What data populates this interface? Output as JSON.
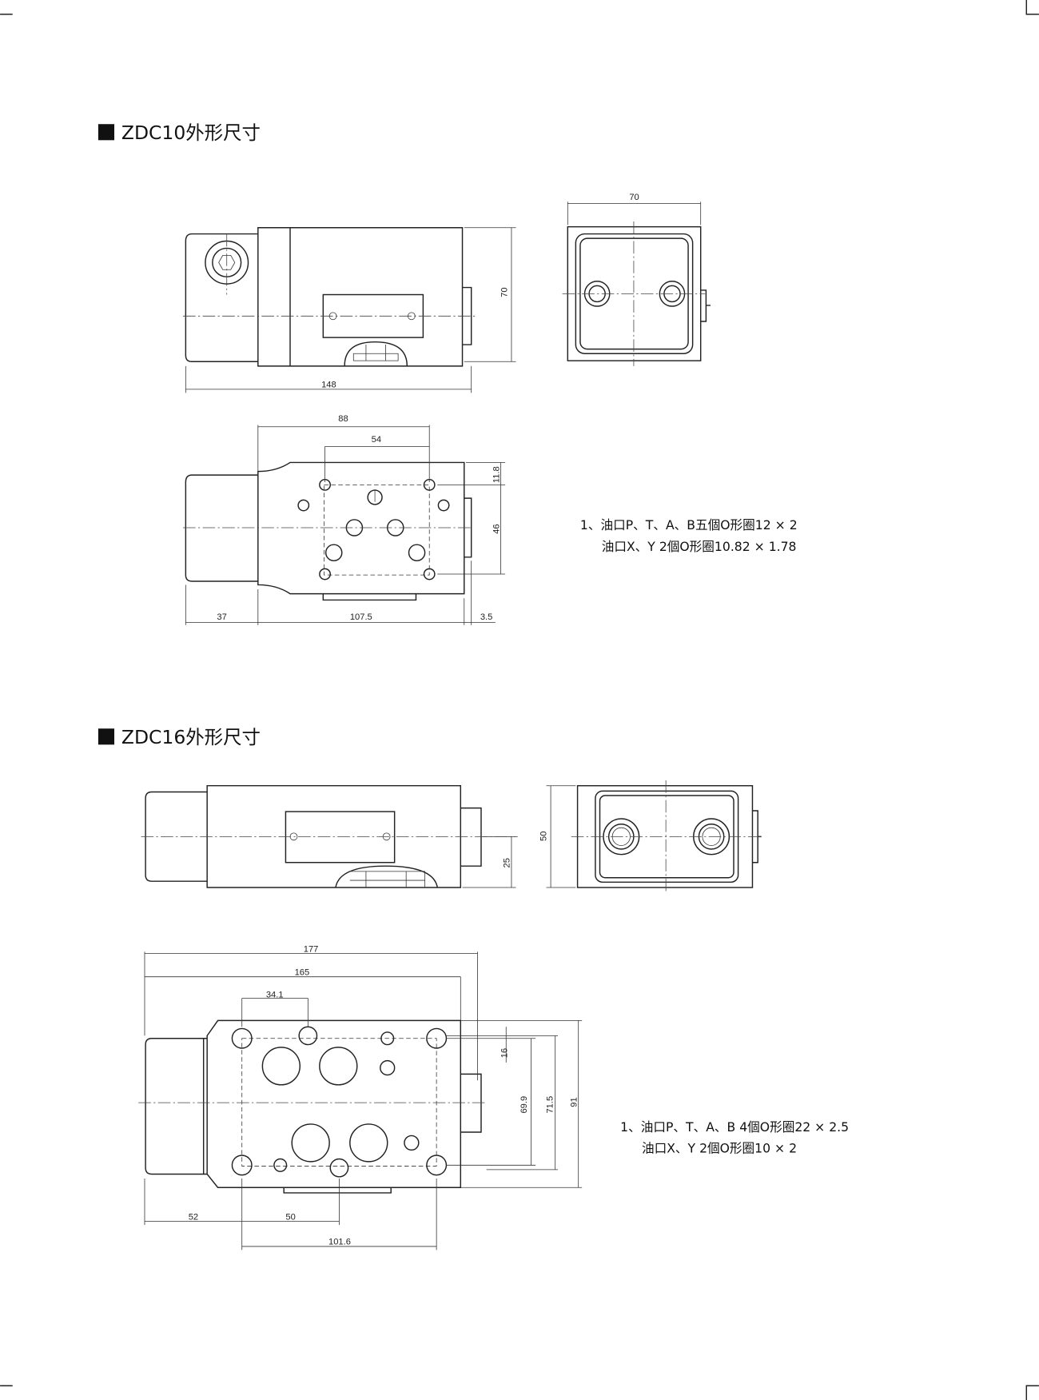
{
  "sections": [
    {
      "title": "ZDC10外形尺寸",
      "dims": {
        "d148": "148",
        "d70h": "70",
        "d70w": "70",
        "d88": "88",
        "d54": "54",
        "d11_8": "11.8",
        "d46": "46",
        "d37": "37",
        "d107_5": "107.5",
        "d3_5": "3.5"
      },
      "notes": [
        "1、油口P、T、A、B五個O形圈12 × 2",
        "油口X、Y 2個O形圈10.82 × 1.78"
      ]
    },
    {
      "title": "ZDC16外形尺寸",
      "dims": {
        "d25": "25",
        "d50": "50",
        "d177": "177",
        "d165": "165",
        "d34_1": "34.1",
        "d16": "16",
        "d69_9": "69.9",
        "d71_5": "71.5",
        "d91": "91",
        "d52": "52",
        "d50b": "50",
        "d101_6": "101.6"
      },
      "notes": [
        "1、油口P、T、A、B 4個O形圈22 × 2.5",
        "油口X、Y 2個O形圈10 × 2"
      ]
    }
  ]
}
